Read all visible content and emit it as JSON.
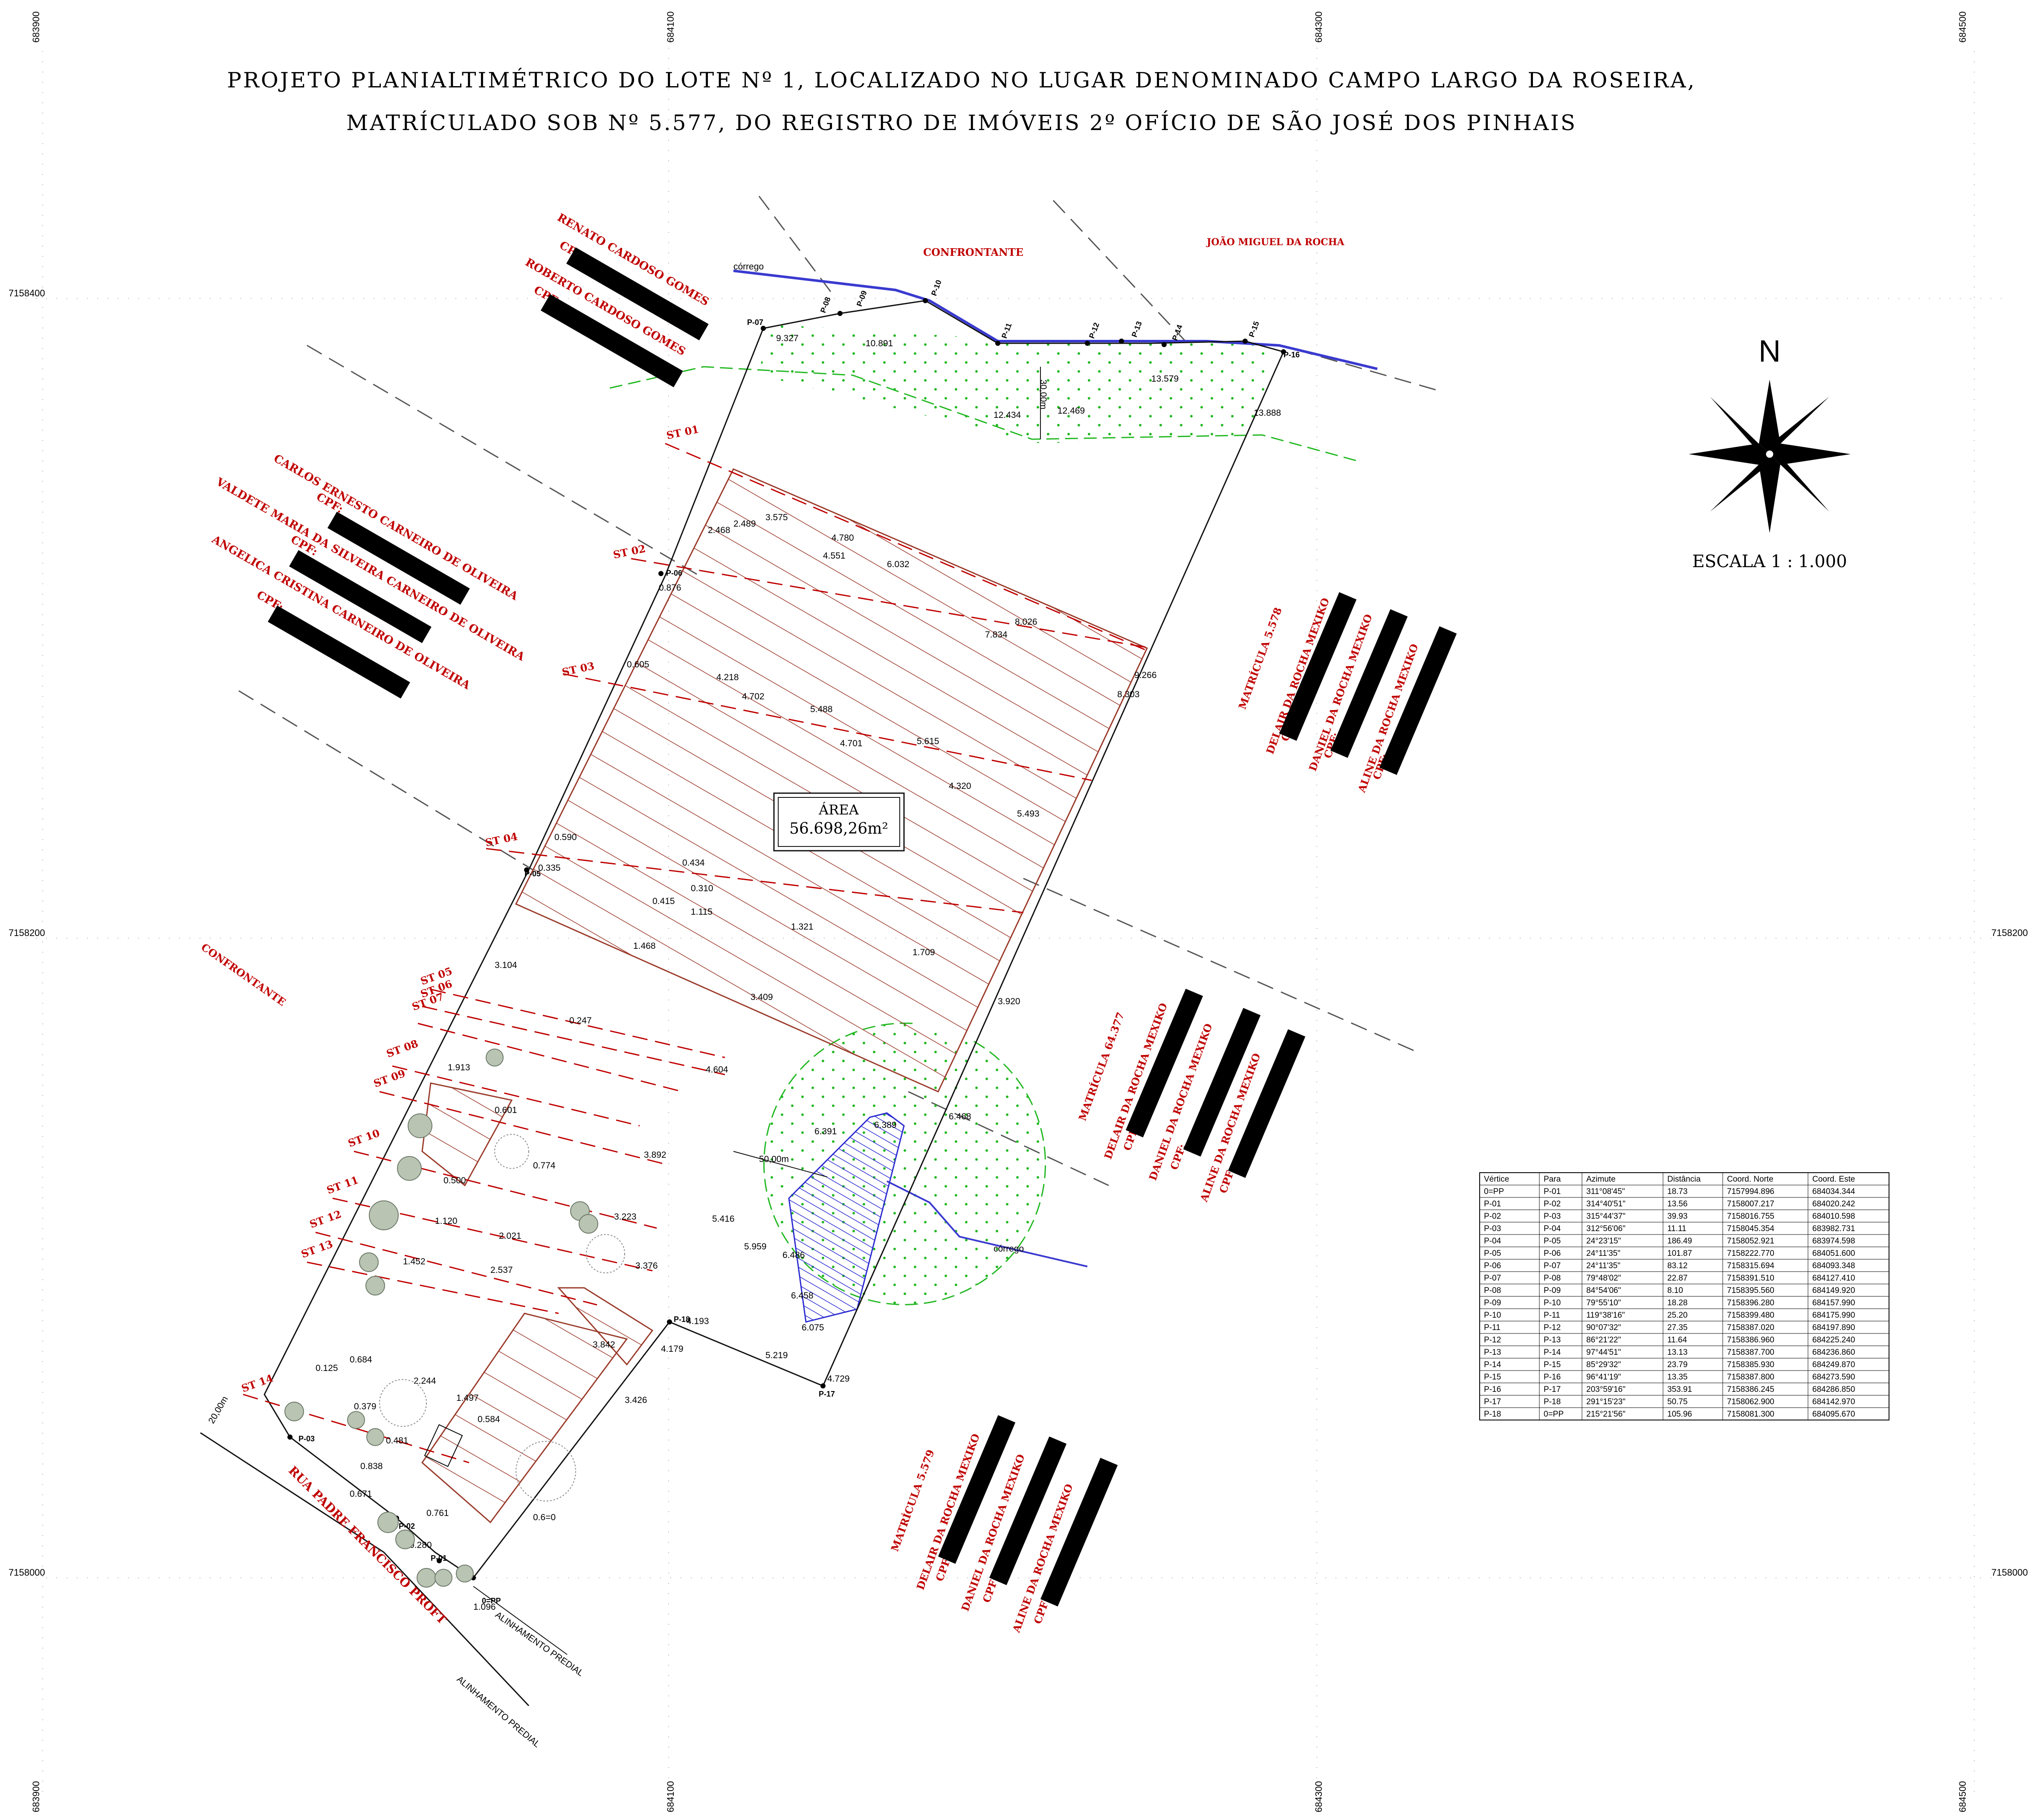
{
  "title": {
    "line1": "PROJETO PLANIALTIMÉTRICO DO LOTE Nº 1, LOCALIZADO NO LUGAR DENOMINADO CAMPO LARGO DA ROSEIRA,",
    "line2": "MATRÍCULADO SOB Nº 5.577, DO REGISTRO DE IMÓVEIS 2º OFÍCIO DE SÃO JOSÉ DOS PINHAIS"
  },
  "grid": {
    "east_top": [
      "683900",
      "684100",
      "684300",
      "684500"
    ],
    "east_bottom": [
      "683900",
      "684100",
      "684300",
      "684500"
    ],
    "north_left": [
      "7158400",
      "7158200",
      "7158000"
    ],
    "north_right": [
      "7158200",
      "7158000"
    ]
  },
  "north_arrow": {
    "letter": "N"
  },
  "scale": "ESCALA  1  :  1.000",
  "area_box": {
    "label": "ÁREA",
    "value": "56.698,26m²"
  },
  "colors": {
    "red": "#c00000",
    "green": "#22b822",
    "blue": "#2b2bd0",
    "brown": "#9a3a2a",
    "black": "#000000"
  },
  "labels": {
    "confrontante_top": "CONFRONTANTE",
    "joao": "JOÃO MIGUEL DA ROCHA",
    "renato": "RENATO CARDOSO GOMES",
    "roberto": "ROBERTO CARDOSO GOMES",
    "cpf": "CPF:",
    "carlos": "CARLOS ERNESTO CARNEIRO DE OLIVEIRA",
    "valdete": "VALDETE MARIA DA SILVEIRA CARNEIRO DE OLIVEIRA",
    "angelica": "ANGELICA CRISTINA CARNEIRO DE OLIVEIRA",
    "confrontante_left": "CONFRONTANTE",
    "mat5578": "MATRÍCULA 5.578",
    "mat4377": "MATRÍCULA 64.377",
    "mat5579": "MATRÍCULA 5.579",
    "delair": "DELAIR DA ROCHA MEXIKO",
    "daniel": "DANIEL DA ROCHA MEXIKO",
    "aline": "ALINE DA ROCHA MEXIKO",
    "rua": "RUA PADRE FRANCISCO PROFT",
    "alinhamento": "ALINHAMENTO PREDIAL",
    "corrego": "córrego",
    "dist30": "30,00m",
    "dist50": "50,00m",
    "dist20": "20,00m"
  },
  "sections": [
    "ST 01",
    "ST 02",
    "ST 03",
    "ST 04",
    "ST 05",
    "ST 06",
    "ST 07",
    "ST 08",
    "ST 09",
    "ST 10",
    "ST 11",
    "ST 12",
    "ST 13",
    "ST 14"
  ],
  "vertices": [
    "P-01",
    "P-02",
    "P-03",
    "P-05",
    "P-06",
    "P-07",
    "P-08",
    "P-09",
    "P-10",
    "P-11",
    "P-12",
    "P-13",
    "P-14",
    "P-15",
    "P-16",
    "P-17",
    "P-18",
    "0=PP"
  ],
  "elevations": [
    "9.327",
    "10.891",
    "13.579",
    "12.434",
    "12.469",
    "13.888",
    "2.468",
    "2.489",
    "3.575",
    "4.780",
    "4.551",
    "6.032",
    "0.876",
    "7.834",
    "8.026",
    "0.605",
    "4.218",
    "4.702",
    "5.488",
    "9.266",
    "8.303",
    "4.701",
    "5.615",
    "4.320",
    "5.493",
    "0.590",
    "0.335",
    "0.434",
    "0.310",
    "0.415",
    "1.115",
    "1.321",
    "1.468",
    "1.709",
    "3.104",
    "3.409",
    "3.920",
    "0.247",
    "4.604",
    "1.913",
    "0.601",
    "6.468",
    "6.391",
    "6.389",
    "0.774",
    "3.892",
    "0.500",
    "3.223",
    "5.416",
    "1.120",
    "2.021",
    "3.376",
    "5.959",
    "6.486",
    "1.452",
    "2.537",
    "6.458",
    "6.075",
    "4.193",
    "3.842",
    "4.179",
    "5.219",
    "0.684",
    "0.125",
    "2.244",
    "4.729",
    "1.497",
    "3.426",
    "0.379",
    "0.584",
    "0.481",
    "0.838",
    "0.671",
    "0.761",
    "0.280",
    "1.096",
    "0.6=0"
  ],
  "table": {
    "headers": [
      "Vértice",
      "Para",
      "Azimute",
      "Distância",
      "Coord. Norte",
      "Coord. Este"
    ],
    "rows": [
      [
        "0=PP",
        "P-01",
        "311°08'45\"",
        "18.73",
        "7157994.896",
        "684034.344"
      ],
      [
        "P-01",
        "P-02",
        "314°40'51\"",
        "13.56",
        "7158007.217",
        "684020.242"
      ],
      [
        "P-02",
        "P-03",
        "315°44'37\"",
        "39.93",
        "7158016.755",
        "684010.598"
      ],
      [
        "P-03",
        "P-04",
        "312°56'06\"",
        "11.11",
        "7158045.354",
        "683982.731"
      ],
      [
        "P-04",
        "P-05",
        "24°23'15\"",
        "186.49",
        "7158052.921",
        "683974.598"
      ],
      [
        "P-05",
        "P-06",
        "24°11'35\"",
        "101.87",
        "7158222.770",
        "684051.600"
      ],
      [
        "P-06",
        "P-07",
        "24°11'35\"",
        "83.12",
        "7158315.694",
        "684093.348"
      ],
      [
        "P-07",
        "P-08",
        "79°48'02\"",
        "22.87",
        "7158391.510",
        "684127.410"
      ],
      [
        "P-08",
        "P-09",
        "84°54'06\"",
        "8.10",
        "7158395.560",
        "684149.920"
      ],
      [
        "P-09",
        "P-10",
        "79°55'10\"",
        "18.28",
        "7158396.280",
        "684157.990"
      ],
      [
        "P-10",
        "P-11",
        "119°38'16\"",
        "25.20",
        "7158399.480",
        "684175.990"
      ],
      [
        "P-11",
        "P-12",
        "90°07'32\"",
        "27.35",
        "7158387.020",
        "684197.890"
      ],
      [
        "P-12",
        "P-13",
        "86°21'22\"",
        "11.64",
        "7158386.960",
        "684225.240"
      ],
      [
        "P-13",
        "P-14",
        "97°44'51\"",
        "13.13",
        "7158387.700",
        "684236.860"
      ],
      [
        "P-14",
        "P-15",
        "85°29'32\"",
        "23.79",
        "7158385.930",
        "684249.870"
      ],
      [
        "P-15",
        "P-16",
        "96°41'19\"",
        "13.35",
        "7158387.800",
        "684273.590"
      ],
      [
        "P-16",
        "P-17",
        "203°59'16\"",
        "353.91",
        "7158386.245",
        "684286.850"
      ],
      [
        "P-17",
        "P-18",
        "291°15'23\"",
        "50.75",
        "7158062.900",
        "684142.970"
      ],
      [
        "P-18",
        "0=PP",
        "215°21'56\"",
        "105.96",
        "7158081.300",
        "684095.670"
      ]
    ]
  }
}
